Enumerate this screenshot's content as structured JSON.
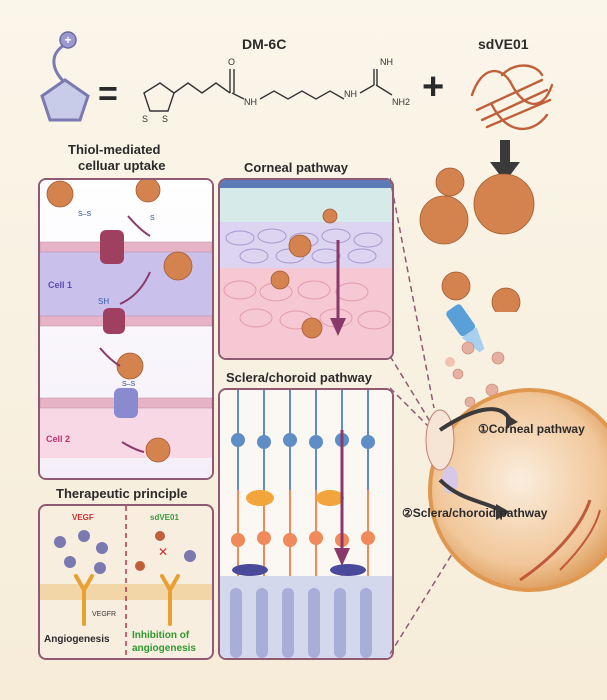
{
  "molecule": {
    "name": "DM-6C",
    "atoms": {
      "s": "S",
      "nh": "NH",
      "o": "O",
      "nh2": "NH2",
      "h_sub": "2"
    }
  },
  "protein": {
    "name": "sdVE01"
  },
  "symbols": {
    "equals": "=",
    "plus": "+"
  },
  "uptake": {
    "title_line1": "Thiol-mediated",
    "title_line2": "celluar uptake",
    "cell1": "Cell 1",
    "cell2": "Cell 2",
    "sh": "SH",
    "s": "S",
    "ss": "S–S"
  },
  "corneal": {
    "title": "Corneal pathway"
  },
  "sclera": {
    "title": "Sclera/choroid pathway"
  },
  "therapeutic": {
    "title": "Therapeutic principle",
    "vegf": "VEGF",
    "sdve01": "sdVE01",
    "vegfr": "VEGFR",
    "angiogenesis": "Angiogenesis",
    "inhibition_line1": "Inhibition of",
    "inhibition_line2": "angiogenesis"
  },
  "eye": {
    "path1": "①Corneal pathway",
    "path2": "②Sclera/choroid pathway"
  },
  "colors": {
    "panel_border": "#8f5a72",
    "arrow_purple": "#8a3a6a",
    "vegf_red": "#d03030",
    "sdve01_green": "#3a9a3a",
    "inhibition_green": "#2e9a2e",
    "particle": "#c9754a"
  }
}
